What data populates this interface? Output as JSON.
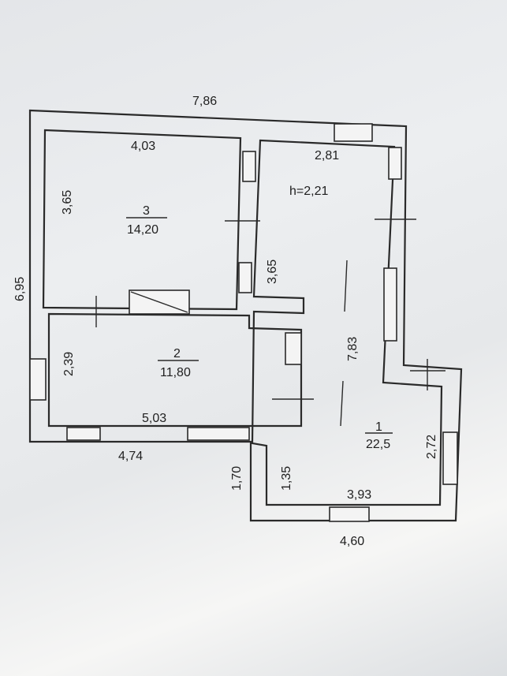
{
  "plan": {
    "overall_width_top": "7,86",
    "overall_height_left": "6,95",
    "bottom_left_width": "4,74",
    "bottom_right_width": "4,60",
    "ceiling_height": "h=2,21",
    "rooms": [
      {
        "number": "3",
        "area": "14,20",
        "width": "4,03",
        "height": "3,65"
      },
      {
        "number": "2",
        "area": "11,80",
        "width": "5,03",
        "height": "2,39"
      },
      {
        "number": "1",
        "area": "22,5",
        "width_top": "2,81",
        "length": "7,83",
        "width_bottom": "3,93",
        "height_right": "2,72"
      }
    ],
    "other_dims": {
      "corridor_left_height": "3,65",
      "step_height_outer": "1,70",
      "step_height_inner": "1,35"
    }
  }
}
